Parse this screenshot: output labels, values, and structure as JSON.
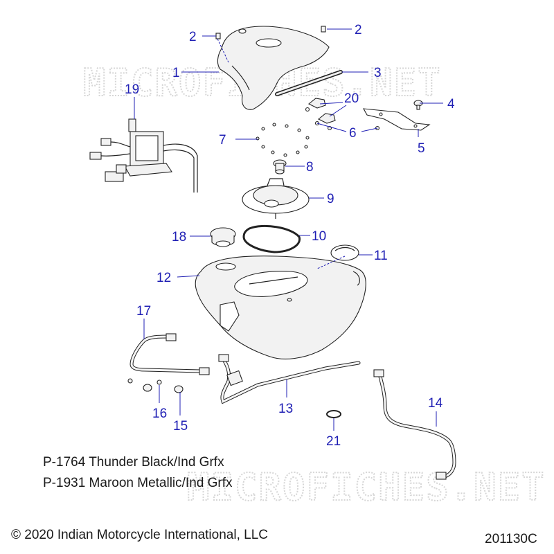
{
  "watermark": "MICROFICHES.NET",
  "callouts": {
    "c1": "1",
    "c2a": "2",
    "c2b": "2",
    "c3": "3",
    "c4": "4",
    "c5": "5",
    "c6": "6",
    "c7": "7",
    "c8": "8",
    "c9": "9",
    "c10": "10",
    "c11": "11",
    "c12": "12",
    "c13": "13",
    "c14": "14",
    "c15": "15",
    "c16": "16",
    "c17": "17",
    "c18": "18",
    "c19": "19",
    "c20": "20",
    "c21": "21"
  },
  "paint_codes": [
    "P-1764 Thunder Black/Ind Grfx",
    "P-1931 Maroon Metallic/Ind Grfx"
  ],
  "copyright": "© 2020 Indian Motorcycle International, LLC",
  "diagram_number": "201130C",
  "colors": {
    "callout": "#1f1fb4",
    "line_art": "#222222",
    "watermark": "#d6d6d6"
  }
}
